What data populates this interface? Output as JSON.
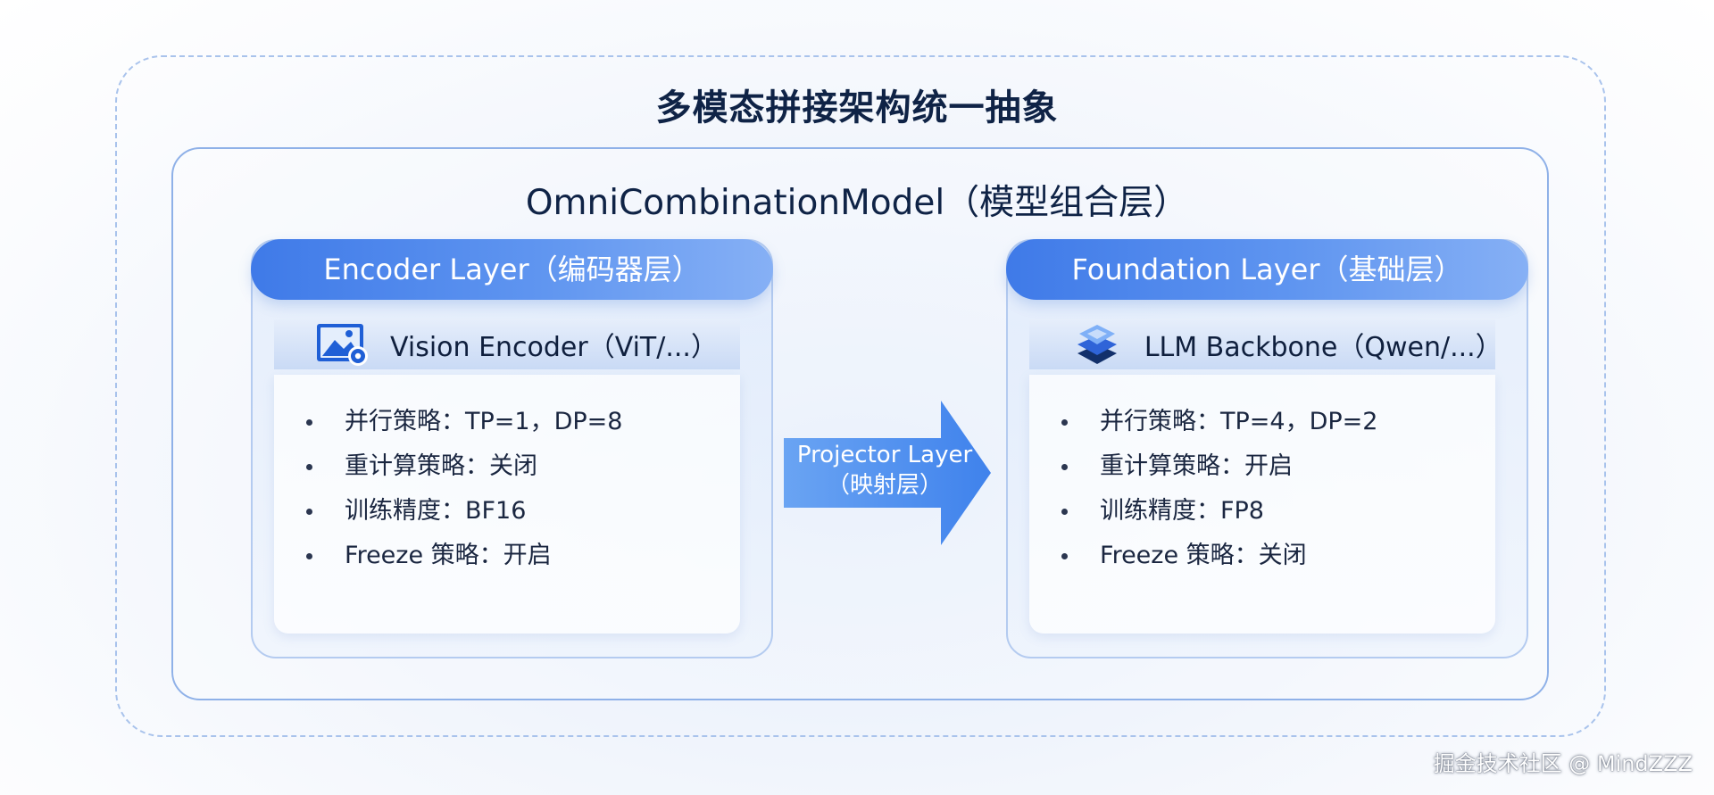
{
  "title": "多模态拼接架构统一抽象",
  "model": {
    "title": "OmniCombinationModel（模型组合层）"
  },
  "encoder": {
    "header": "Encoder Layer（编码器层）",
    "module_icon": "image-gear-icon",
    "module_label": "Vision Encoder（ViT/...）",
    "details": [
      "并行策略：TP=1，DP=8",
      "重计算策略：关闭",
      "训练精度：BF16",
      "Freeze 策略：开启"
    ]
  },
  "projector": {
    "label_line1": "Projector Layer",
    "label_line2": "（映射层）"
  },
  "foundation": {
    "header": "Foundation Layer（基础层）",
    "module_icon": "layers-stack-icon",
    "module_label": "LLM Backbone（Qwen/...）",
    "details": [
      "并行策略：TP=4，DP=2",
      "重计算策略：开启",
      "训练精度：FP8",
      "Freeze 策略：关闭"
    ]
  },
  "watermark": "掘金技术社区 @ MindZZZ",
  "colors": {
    "accent": "#3f7ae8",
    "arrow": "#4e8ff0",
    "title_text": "#0f2346"
  }
}
